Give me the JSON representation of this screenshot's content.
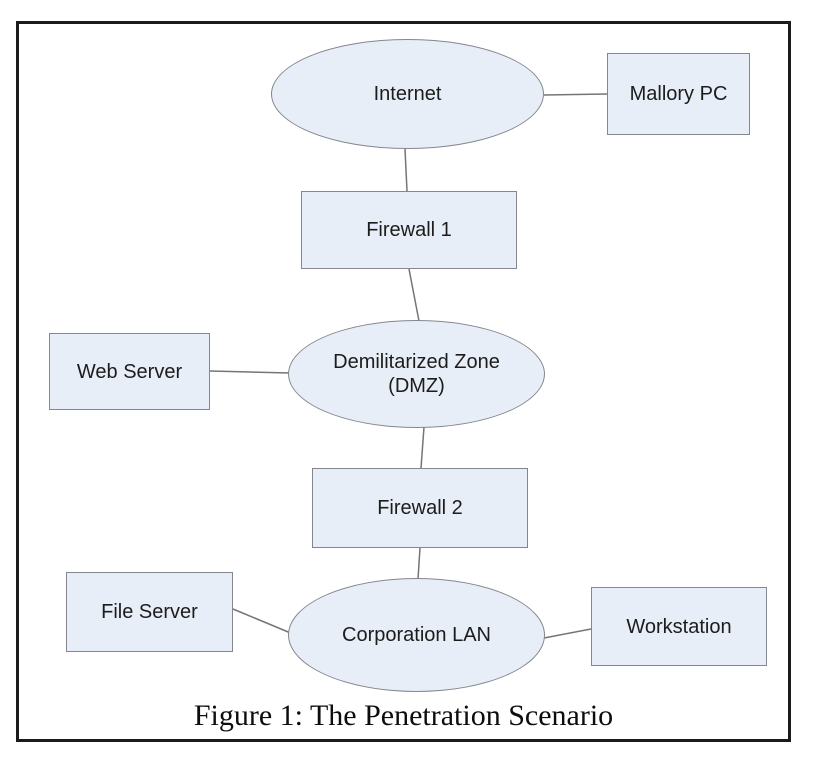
{
  "figure": {
    "caption": "Figure 1: The Penetration Scenario"
  },
  "nodes": {
    "internet": {
      "label": "Internet",
      "shape": "ellipse"
    },
    "mallory_pc": {
      "label": "Mallory PC",
      "shape": "rectangle"
    },
    "firewall_1": {
      "label": "Firewall 1",
      "shape": "rectangle"
    },
    "web_server": {
      "label": "Web Server",
      "shape": "rectangle"
    },
    "dmz": {
      "label": "Demilitarized Zone",
      "sublabel": "(DMZ)",
      "shape": "ellipse"
    },
    "firewall_2": {
      "label": "Firewall 2",
      "shape": "rectangle"
    },
    "file_server": {
      "label": "File Server",
      "shape": "rectangle"
    },
    "corporation_lan": {
      "label": "Corporation LAN",
      "shape": "ellipse"
    },
    "workstation": {
      "label": "Workstation",
      "shape": "rectangle"
    }
  },
  "edges": [
    {
      "from": "internet",
      "to": "mallory_pc"
    },
    {
      "from": "internet",
      "to": "firewall_1"
    },
    {
      "from": "firewall_1",
      "to": "dmz"
    },
    {
      "from": "web_server",
      "to": "dmz"
    },
    {
      "from": "dmz",
      "to": "firewall_2"
    },
    {
      "from": "firewall_2",
      "to": "corporation_lan"
    },
    {
      "from": "file_server",
      "to": "corporation_lan"
    },
    {
      "from": "corporation_lan",
      "to": "workstation"
    }
  ],
  "colors": {
    "node_fill": "#e8eef7",
    "node_stroke": "#84878e",
    "edge_stroke": "#757575",
    "frame_border": "#1b1b1b",
    "text": "#1c1c1c"
  }
}
